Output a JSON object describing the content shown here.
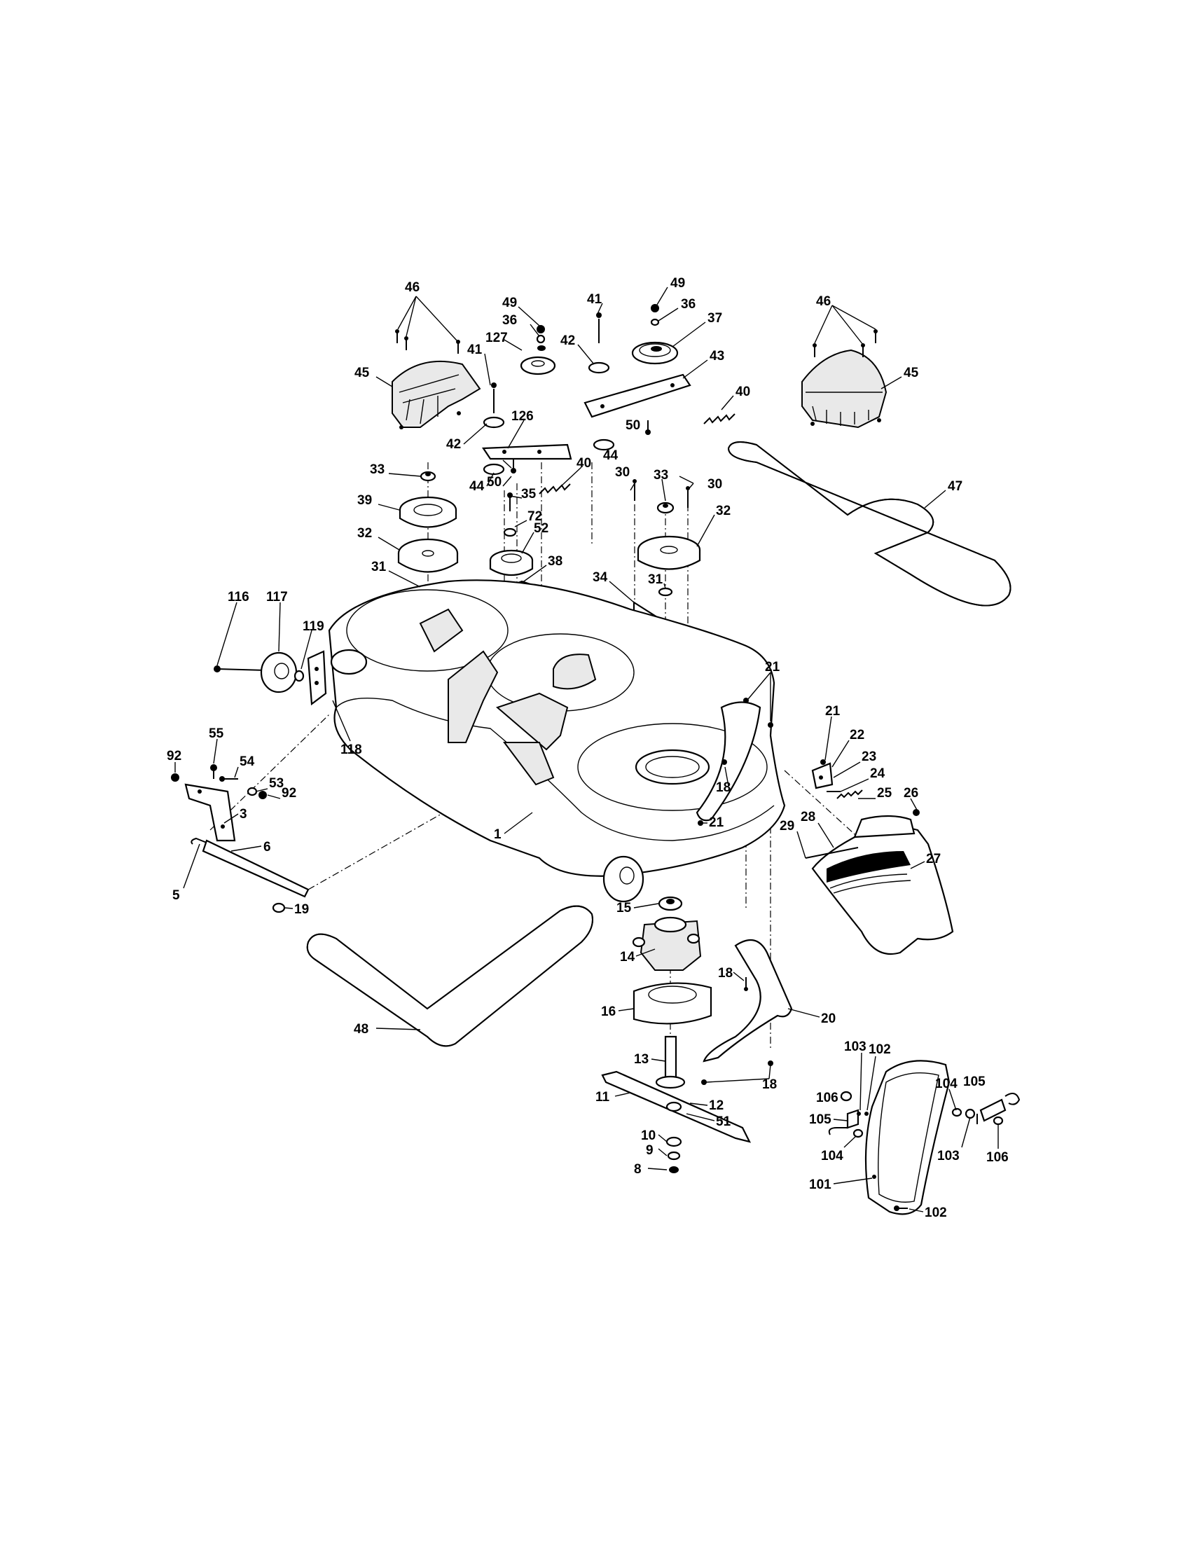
{
  "callouts": [
    {
      "label": "46"
    },
    {
      "label": "45"
    },
    {
      "label": "49"
    },
    {
      "label": "36"
    },
    {
      "label": "127"
    },
    {
      "label": "41"
    },
    {
      "label": "41"
    },
    {
      "label": "42"
    },
    {
      "label": "49"
    },
    {
      "label": "36"
    },
    {
      "label": "37"
    },
    {
      "label": "43"
    },
    {
      "label": "46"
    },
    {
      "label": "45"
    },
    {
      "label": "40"
    },
    {
      "label": "126"
    },
    {
      "label": "42"
    },
    {
      "label": "50"
    },
    {
      "label": "44"
    },
    {
      "label": "33"
    },
    {
      "label": "44"
    },
    {
      "label": "50"
    },
    {
      "label": "40"
    },
    {
      "label": "35"
    },
    {
      "label": "30"
    },
    {
      "label": "33"
    },
    {
      "label": "30"
    },
    {
      "label": "39"
    },
    {
      "label": "72"
    },
    {
      "label": "52"
    },
    {
      "label": "32"
    },
    {
      "label": "32"
    },
    {
      "label": "47"
    },
    {
      "label": "31"
    },
    {
      "label": "38"
    },
    {
      "label": "31"
    },
    {
      "label": "34"
    },
    {
      "label": "116"
    },
    {
      "label": "117"
    },
    {
      "label": "119"
    },
    {
      "label": "118"
    },
    {
      "label": "21"
    },
    {
      "label": "21"
    },
    {
      "label": "22"
    },
    {
      "label": "23"
    },
    {
      "label": "24"
    },
    {
      "label": "25"
    },
    {
      "label": "55"
    },
    {
      "label": "92"
    },
    {
      "label": "54"
    },
    {
      "label": "53"
    },
    {
      "label": "92"
    },
    {
      "label": "3"
    },
    {
      "label": "18"
    },
    {
      "label": "26"
    },
    {
      "label": "1"
    },
    {
      "label": "21"
    },
    {
      "label": "29"
    },
    {
      "label": "28"
    },
    {
      "label": "6"
    },
    {
      "label": "27"
    },
    {
      "label": "5"
    },
    {
      "label": "15"
    },
    {
      "label": "19"
    },
    {
      "label": "14"
    },
    {
      "label": "18"
    },
    {
      "label": "20"
    },
    {
      "label": "16"
    },
    {
      "label": "48"
    },
    {
      "label": "103"
    },
    {
      "label": "102"
    },
    {
      "label": "13"
    },
    {
      "label": "106"
    },
    {
      "label": "104"
    },
    {
      "label": "105"
    },
    {
      "label": "18"
    },
    {
      "label": "105"
    },
    {
      "label": "12"
    },
    {
      "label": "11"
    },
    {
      "label": "51"
    },
    {
      "label": "104"
    },
    {
      "label": "103"
    },
    {
      "label": "106"
    },
    {
      "label": "10"
    },
    {
      "label": "9"
    },
    {
      "label": "8"
    },
    {
      "label": "101"
    },
    {
      "label": "102"
    }
  ]
}
